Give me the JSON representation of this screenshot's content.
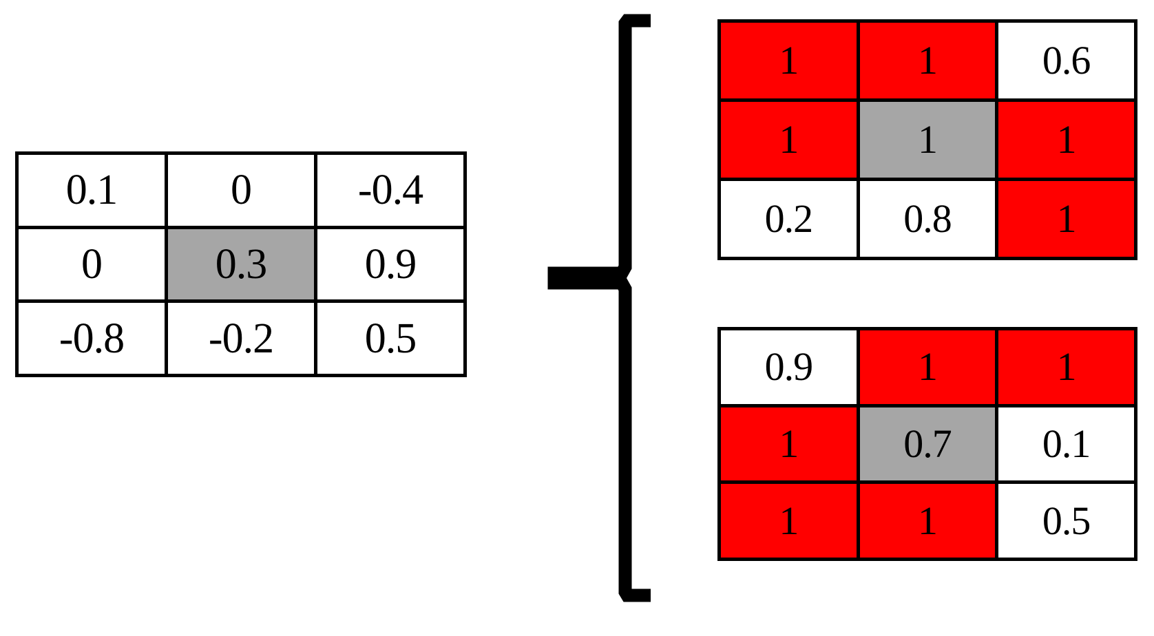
{
  "diagram": {
    "title": "matrix-expansion-with-brace",
    "colors": {
      "red": "#ff0000",
      "gray": "#a6a6a6",
      "white": "#ffffff",
      "border": "#000000"
    },
    "brace": {
      "icon": "curly-brace-right-icon",
      "orientation": "opens-right"
    },
    "matrices": [
      {
        "id": "source-matrix",
        "name": "left-input-matrix",
        "rows": 3,
        "cols": 3,
        "cells": [
          [
            {
              "value": "0.1",
              "fill": "white"
            },
            {
              "value": "0",
              "fill": "white"
            },
            {
              "value": "-0.4",
              "fill": "white"
            }
          ],
          [
            {
              "value": "0",
              "fill": "white"
            },
            {
              "value": "0.3",
              "fill": "gray"
            },
            {
              "value": "0.9",
              "fill": "white"
            }
          ],
          [
            {
              "value": "-0.8",
              "fill": "white"
            },
            {
              "value": "-0.2",
              "fill": "white"
            },
            {
              "value": "0.5",
              "fill": "white"
            }
          ]
        ]
      },
      {
        "id": "output-matrix-top",
        "name": "top-right-output-matrix",
        "rows": 3,
        "cols": 3,
        "cells": [
          [
            {
              "value": "1",
              "fill": "red"
            },
            {
              "value": "1",
              "fill": "red"
            },
            {
              "value": "0.6",
              "fill": "white"
            }
          ],
          [
            {
              "value": "1",
              "fill": "red"
            },
            {
              "value": "1",
              "fill": "gray"
            },
            {
              "value": "1",
              "fill": "red"
            }
          ],
          [
            {
              "value": "0.2",
              "fill": "white"
            },
            {
              "value": "0.8",
              "fill": "white"
            },
            {
              "value": "1",
              "fill": "red"
            }
          ]
        ]
      },
      {
        "id": "output-matrix-bottom",
        "name": "bottom-right-output-matrix",
        "rows": 3,
        "cols": 3,
        "cells": [
          [
            {
              "value": "0.9",
              "fill": "white"
            },
            {
              "value": "1",
              "fill": "red"
            },
            {
              "value": "1",
              "fill": "red"
            }
          ],
          [
            {
              "value": "1",
              "fill": "red"
            },
            {
              "value": "0.7",
              "fill": "gray"
            },
            {
              "value": "0.1",
              "fill": "white"
            }
          ],
          [
            {
              "value": "1",
              "fill": "red"
            },
            {
              "value": "1",
              "fill": "red"
            },
            {
              "value": "0.5",
              "fill": "white"
            }
          ]
        ]
      }
    ]
  }
}
